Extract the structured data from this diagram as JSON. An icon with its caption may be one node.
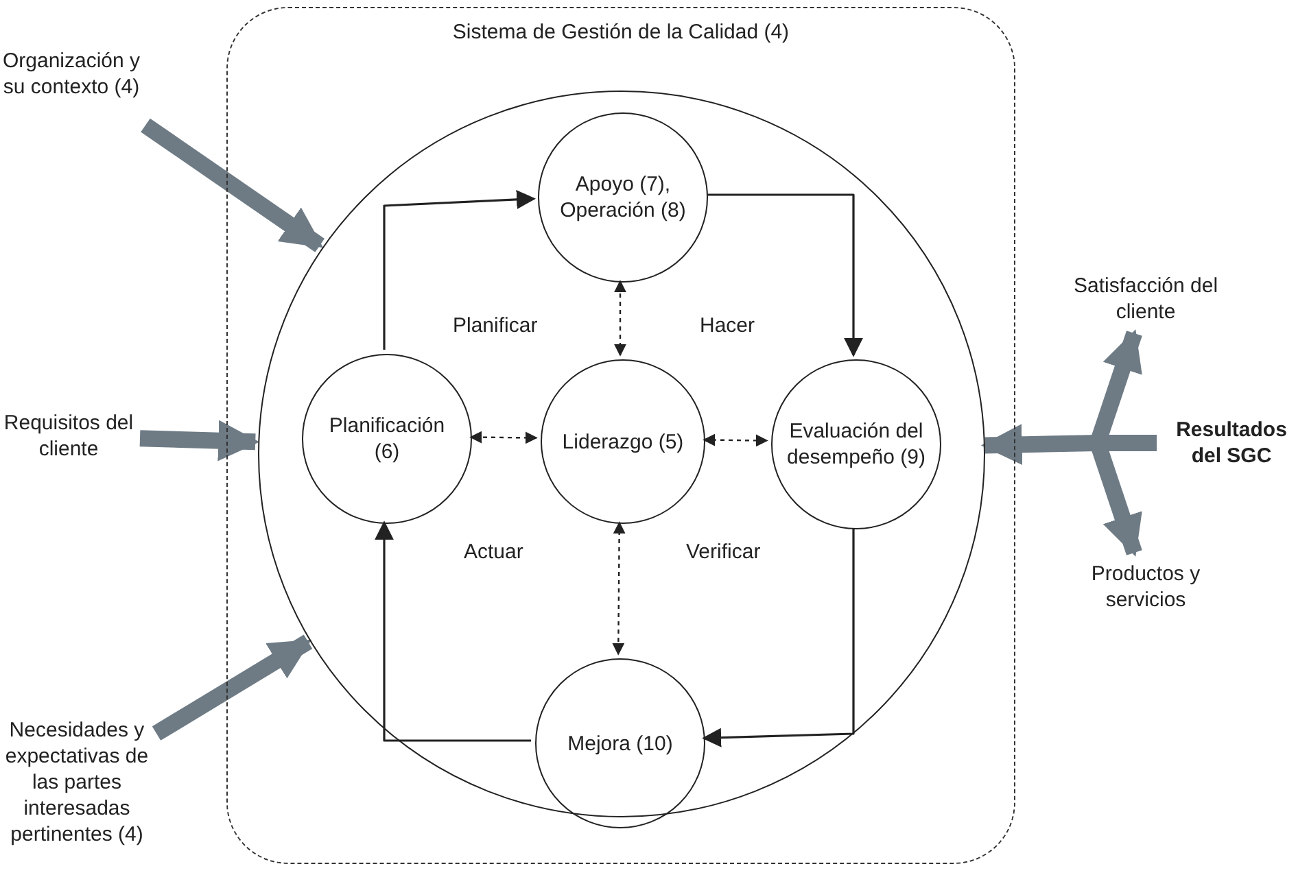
{
  "diagram": {
    "nodes": [
      {
        "text": [
          "Sistema de Gestión de la Calidad (4)"
        ]
      },
      {
        "text": [],
        "shape": "circle",
        "in": 0
      },
      {
        "text": [
          "Apoyo (7), Operación (8)"
        ],
        "in": 1
      },
      {
        "text": [
          "Planificación (6)"
        ],
        "in": 1
      },
      {
        "text": [
          "Liderazgo (5)"
        ],
        "in": 1
      },
      {
        "text": [
          "Evaluación del desempeño (9)"
        ],
        "in": 1
      },
      {
        "text": [
          "Mejora (10)"
        ],
        "in": 1
      },
      {
        "text": [
          "Organización y su contexto (4)"
        ]
      },
      {
        "text": [
          "Requisitos del cliente"
        ]
      },
      {
        "text": [
          "Necesidades y expectativas de las partes interesadas pertinentes (4)"
        ]
      },
      {
        "text": [
          "Satisfacción del cliente"
        ]
      },
      {
        "text": [
          "Resultados del SGC"
        ]
      },
      {
        "text": [
          "Productos y servicios"
        ]
      }
    ],
    "edges": [
      {
        "from": 7,
        "to": 1,
        "arrow": "to",
        "style": "thick",
        "color": "#6e7b85"
      },
      {
        "from": 8,
        "to": 1,
        "arrow": "to",
        "style": "thick",
        "color": "#6e7b85"
      },
      {
        "from": 9,
        "to": 1,
        "arrow": "to",
        "style": "thick",
        "color": "#6e7b85"
      },
      {
        "from": 3,
        "to": 2,
        "arrow": "to"
      },
      {
        "from": 2,
        "to": 5,
        "arrow": "to"
      },
      {
        "from": 5,
        "to": 6,
        "arrow": "to"
      },
      {
        "from": 6,
        "to": 3,
        "arrow": "to"
      },
      {
        "from": 4,
        "to": 2,
        "arrow": "both",
        "style": "dashed"
      },
      {
        "from": 4,
        "to": 3,
        "arrow": "both",
        "style": "dashed"
      },
      {
        "from": 4,
        "to": 5,
        "arrow": "both",
        "style": "dashed"
      },
      {
        "from": 4,
        "to": 6,
        "arrow": "both",
        "style": "dashed"
      },
      {
        "from": 11,
        "to": 1,
        "arrow": "to",
        "style": "thick",
        "color": "#6e7b85"
      },
      {
        "from": 11,
        "to": 10,
        "arrow": "to",
        "style": "thick",
        "color": "#6e7b85"
      },
      {
        "from": 11,
        "to": 12,
        "arrow": "to",
        "style": "thick",
        "color": "#6e7b85"
      }
    ],
    "labels": [
      "Planificar",
      "Hacer",
      "Actuar",
      "Verificar"
    ]
  }
}
